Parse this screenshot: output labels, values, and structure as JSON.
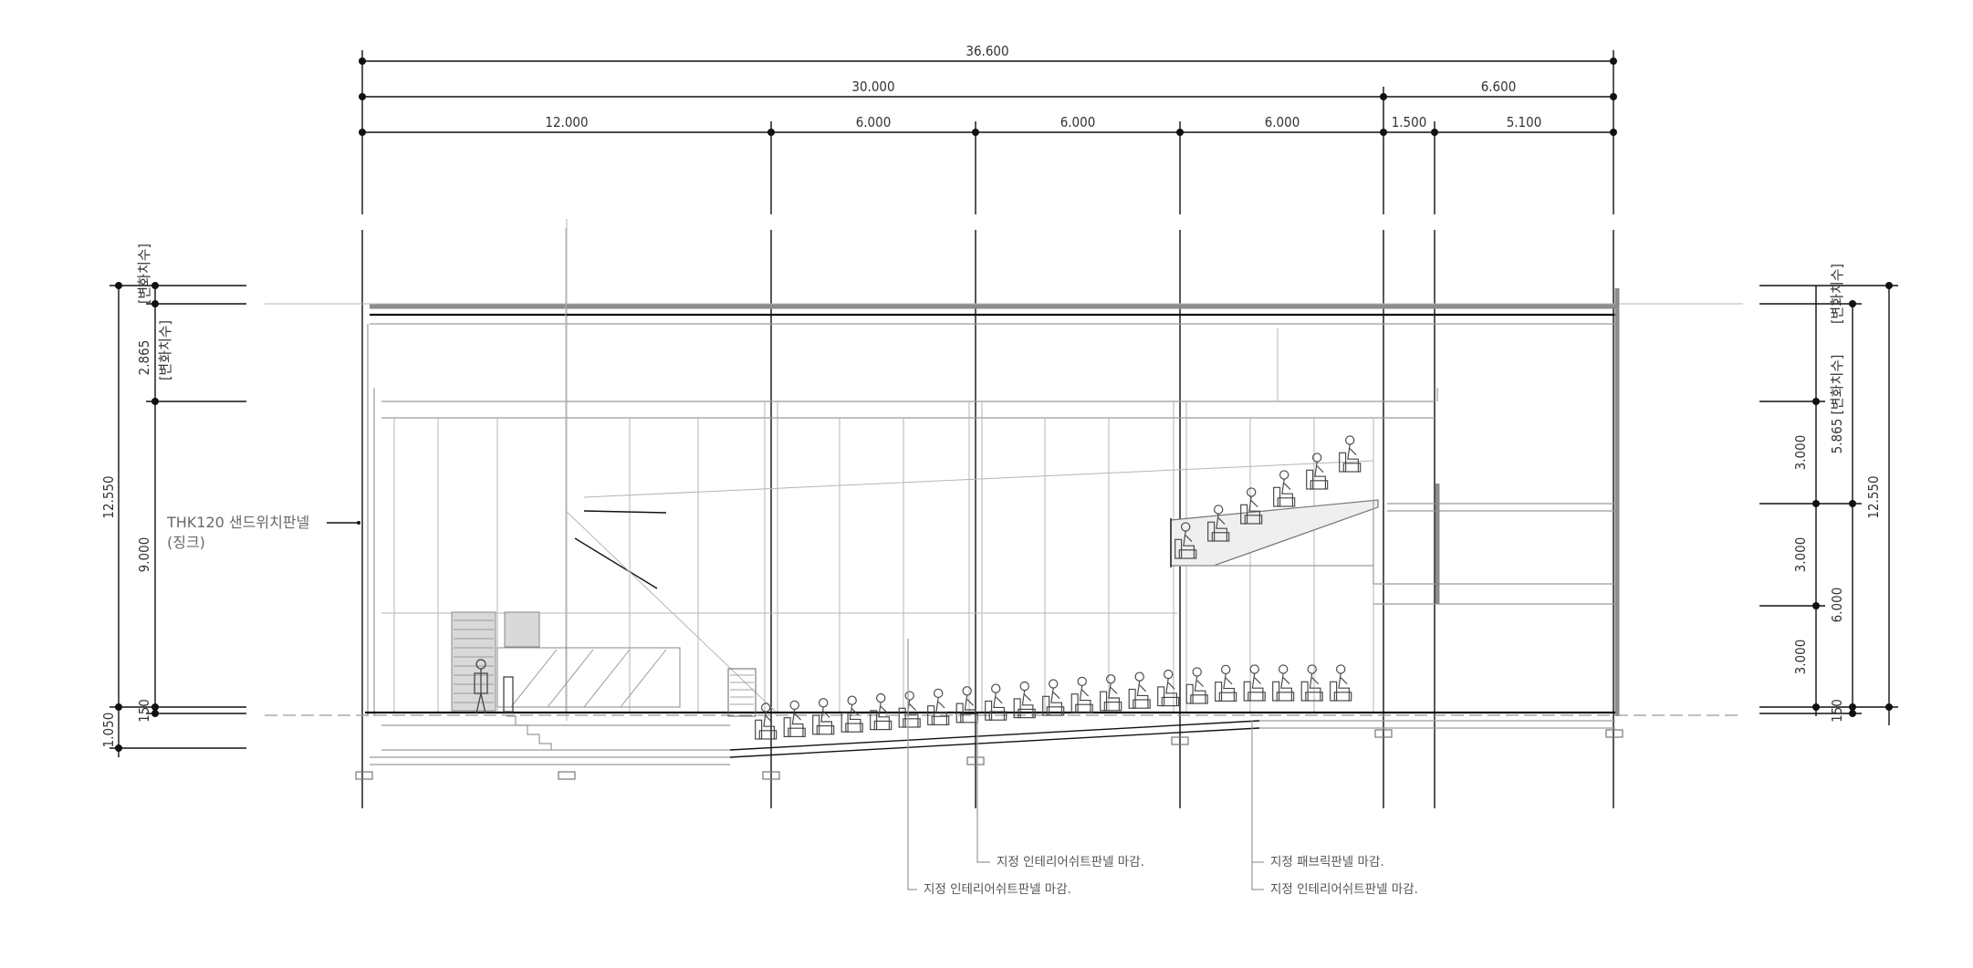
{
  "top_dimensions": {
    "overall": "36.600",
    "row2": [
      "30.000",
      "6.600"
    ],
    "row3": [
      "12.000",
      "6.000",
      "6.000",
      "6.000",
      "1.500",
      "5.100"
    ]
  },
  "left_dimensions": {
    "overall": "12.550",
    "seg_top": "2.865",
    "seg_top_note": "[변화치수]",
    "seg_top_note2": "[변화치수]",
    "seg_mid": "9.000",
    "seg_small": "150",
    "seg_bottom": "1.050"
  },
  "right_dimensions": {
    "overall": "12.550",
    "note_top": "[변화치수]",
    "seg_upper": "5.865 [변화치수]",
    "seg_lower": "6.000",
    "seg_a": "3.000",
    "seg_b": "3.000",
    "seg_c": "3.000",
    "seg_small": "150"
  },
  "annotations": {
    "wall_panel_line1": "THK120 샌드위치판넬",
    "wall_panel_line2": "(징크)",
    "note1": "지정 인테리어쉬트판넬 마감.",
    "note2": "지정 인테리어쉬트판넬 마감.",
    "note3": "지정 패브릭판넬 마감.",
    "note4": "지정 인테리어쉬트판넬 마감."
  }
}
